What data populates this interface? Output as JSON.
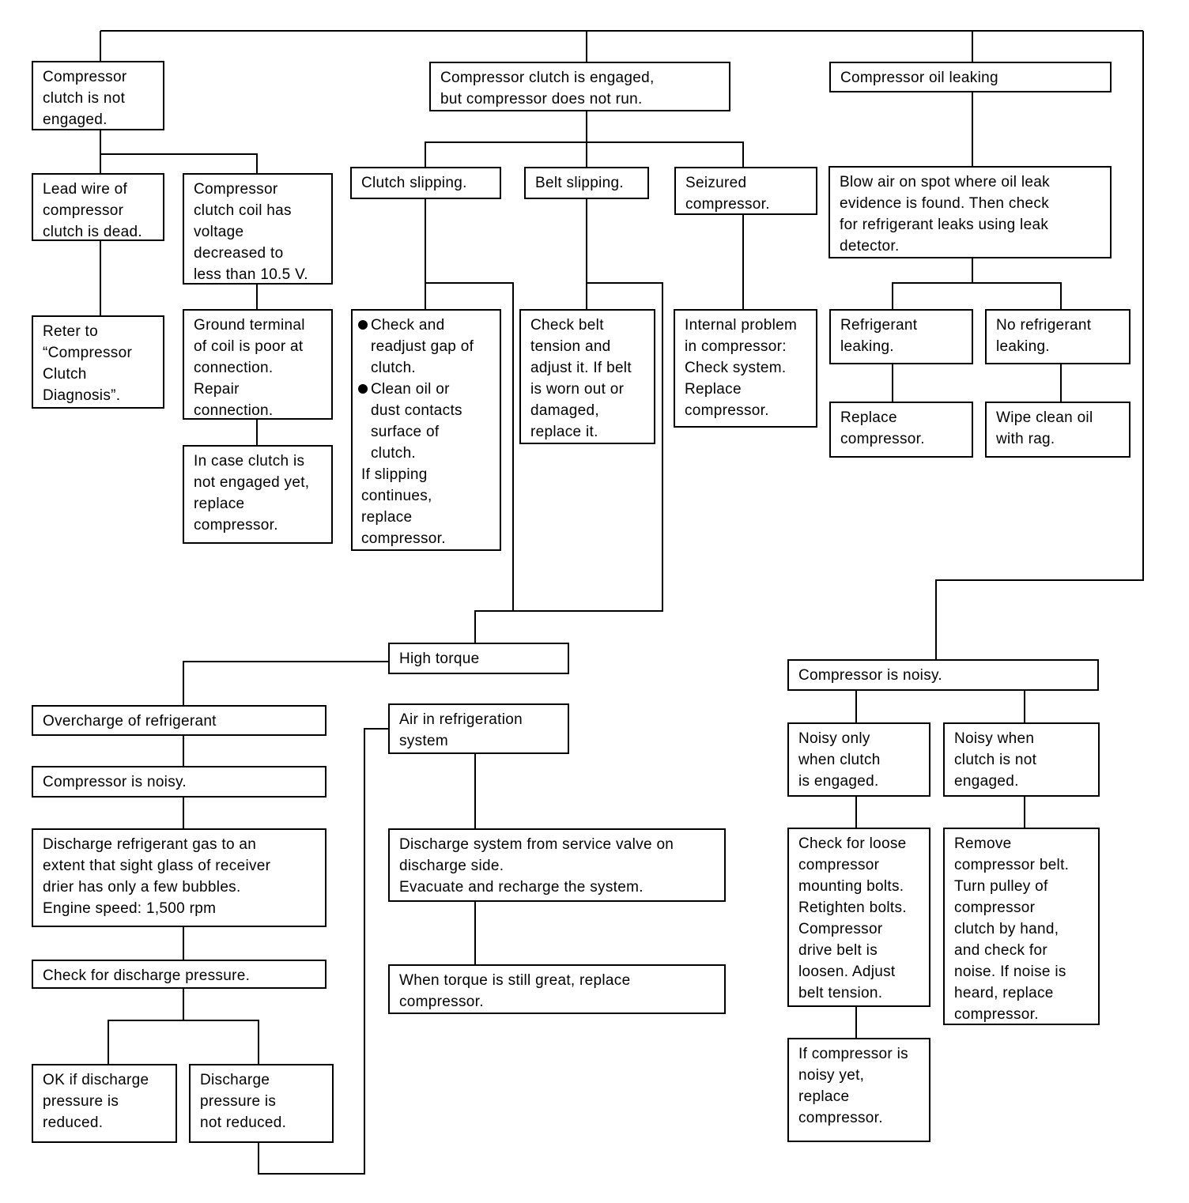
{
  "nodes": {
    "clutch_not_engaged": "Compressor\nclutch is not\nengaged.",
    "clutch_engaged_not_run": "Compressor clutch is engaged,\nbut compressor does not run.",
    "oil_leaking": "Compressor oil leaking",
    "lead_wire_dead": "Lead wire of\ncompressor\nclutch is dead.",
    "coil_voltage_low": "Compressor\nclutch coil has\nvoltage\ndecreased to\nless than 10.5 V.",
    "refer_diagnosis": "Reter to\n“Compressor\nClutch\nDiagnosis”.",
    "ground_terminal": "Ground terminal\nof coil is poor at\nconnection.\nRepair\nconnection.",
    "clutch_not_engaged_yet": "In case clutch is\nnot engaged yet,\nreplace\ncompressor.",
    "clutch_slipping": "Clutch slipping.",
    "belt_slipping": "Belt slipping.",
    "seizured": "Seizured\ncompressor.",
    "clutch_check": {
      "bullets": [
        "Check and\nreadjust gap of\nclutch.",
        "Clean oil or\ndust contacts\nsurface of\nclutch."
      ],
      "tail": "If slipping\ncontinues,\nreplace\ncompressor."
    },
    "check_belt": "Check belt\ntension and\nadjust it. If belt\nis worn out or\ndamaged,\nreplace it.",
    "internal_problem": "Internal problem\nin compressor:\nCheck system.\nReplace\ncompressor.",
    "blow_air": "Blow air on spot where oil leak\nevidence is found. Then check\nfor refrigerant leaks using leak\ndetector.",
    "refrigerant_leaking": "Refrigerant\nleaking.",
    "no_refrigerant_leaking": "No refrigerant\nleaking.",
    "replace_compressor_leak": "Replace\ncompressor.",
    "wipe_clean": "Wipe clean oil\nwith rag.",
    "high_torque": "High torque",
    "overcharge": "Overcharge of refrigerant",
    "noisy_left": "Compressor is noisy.",
    "discharge_gas": "Discharge refrigerant gas to an\nextent that sight glass of receiver\ndrier has only a few bubbles.\nEngine speed: 1,500 rpm",
    "check_discharge_pressure": "Check for discharge pressure.",
    "ok_reduced": "OK if discharge\npressure is\nreduced.",
    "not_reduced": "Discharge\npressure is\nnot reduced.",
    "air_in_system": "Air in refrigeration\nsystem",
    "discharge_system": "Discharge system from service valve on\ndischarge side.\nEvacuate and recharge the system.",
    "torque_still_great": "When torque is still great, replace\ncompressor.",
    "noisy_right": "Compressor is noisy.",
    "noisy_engaged": "Noisy only\nwhen clutch\nis engaged.",
    "noisy_not_engaged": "Noisy when\nclutch is not\nengaged.",
    "check_loose_bolts": "Check for loose\ncompressor\nmounting bolts.\nRetighten bolts.\nCompressor\ndrive belt is\nloosen. Adjust\nbelt tension.",
    "remove_belt": "Remove\ncompressor belt.\nTurn pulley of\ncompressor\nclutch by hand,\nand check for\nnoise. If noise is\nheard, replace\ncompressor.",
    "noisy_yet": "If compressor is\nnoisy yet,\nreplace\ncompressor."
  }
}
